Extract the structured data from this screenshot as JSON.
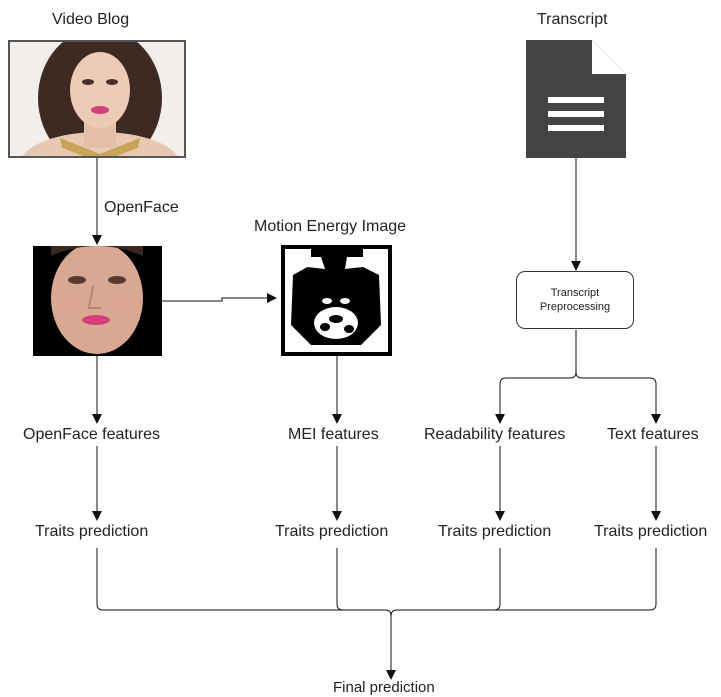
{
  "nodes": {
    "video_blog": "Video Blog",
    "transcript": "Transcript",
    "openface_step": "OpenFace",
    "mei_title": "Motion Energy Image",
    "preprocess_line1": "Transcript",
    "preprocess_line2": "Preprocessing",
    "openface_features": "OpenFace features",
    "mei_features": "MEI features",
    "readability_features": "Readability features",
    "text_features": "Text features",
    "traits_prediction": "Traits prediction",
    "final_prediction": "Final prediction"
  },
  "icons": {
    "video_frame": "video-frame-image",
    "face_crop": "face-crop-image",
    "mei": "motion-energy-image",
    "document": "document-icon"
  }
}
